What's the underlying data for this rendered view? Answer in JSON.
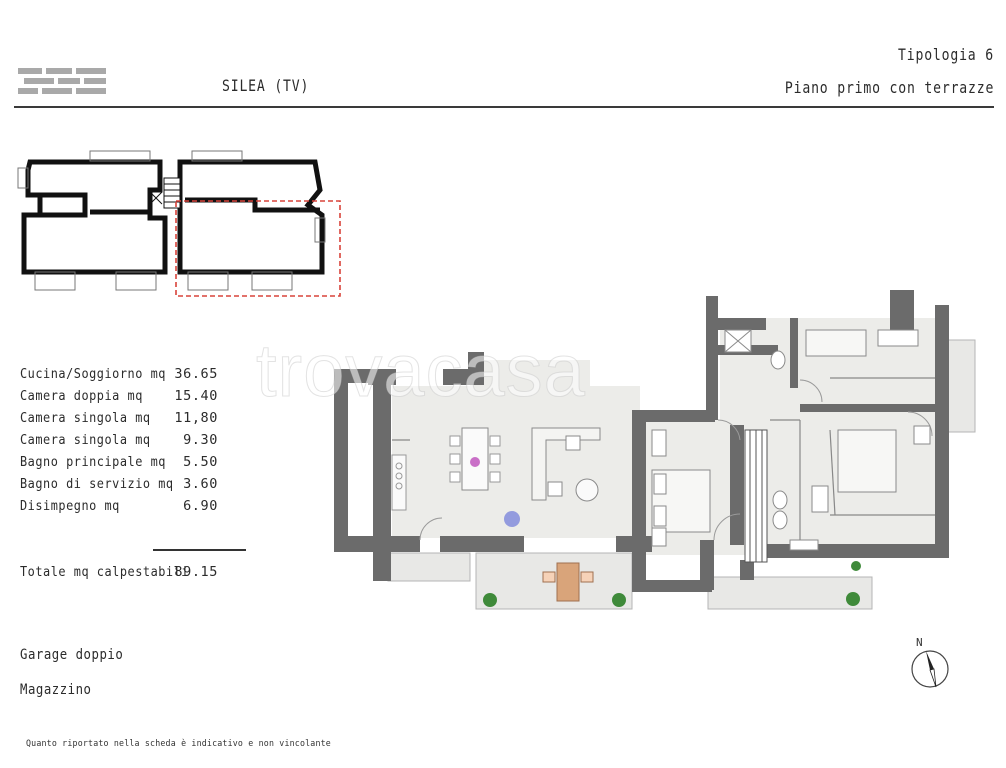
{
  "header": {
    "location": "SILEA (TV)",
    "typology": "Tipologia 6",
    "floor": "Piano primo con terrazze"
  },
  "areas": [
    {
      "room": "Cucina/Soggiorno mq",
      "value": "36.65"
    },
    {
      "room": "Camera doppia mq",
      "value": "15.40"
    },
    {
      "room": "Camera singola mq",
      "value": "11,80"
    },
    {
      "room": "Camera singola mq",
      "value": "9.30"
    },
    {
      "room": "Bagno principale mq",
      "value": "5.50"
    },
    {
      "room": "Bagno di servizio mq",
      "value": "3.60"
    },
    {
      "room": "Disimpegno mq",
      "value": "6.90"
    }
  ],
  "total": {
    "label": "Totale mq calpestabili",
    "value": "89.15"
  },
  "extras": [
    "Garage doppio",
    "Magazzino"
  ],
  "footnote": "Quanto riportato nella scheda è indicativo e non vincolante",
  "watermark": "trovacasa",
  "compass_label": "N",
  "colors": {
    "wall": "#6b6b6b",
    "floor": "#ececea",
    "terrace": "#e6e6e4",
    "key_highlight": "#d8433a",
    "logo": "#a9a9a9"
  }
}
